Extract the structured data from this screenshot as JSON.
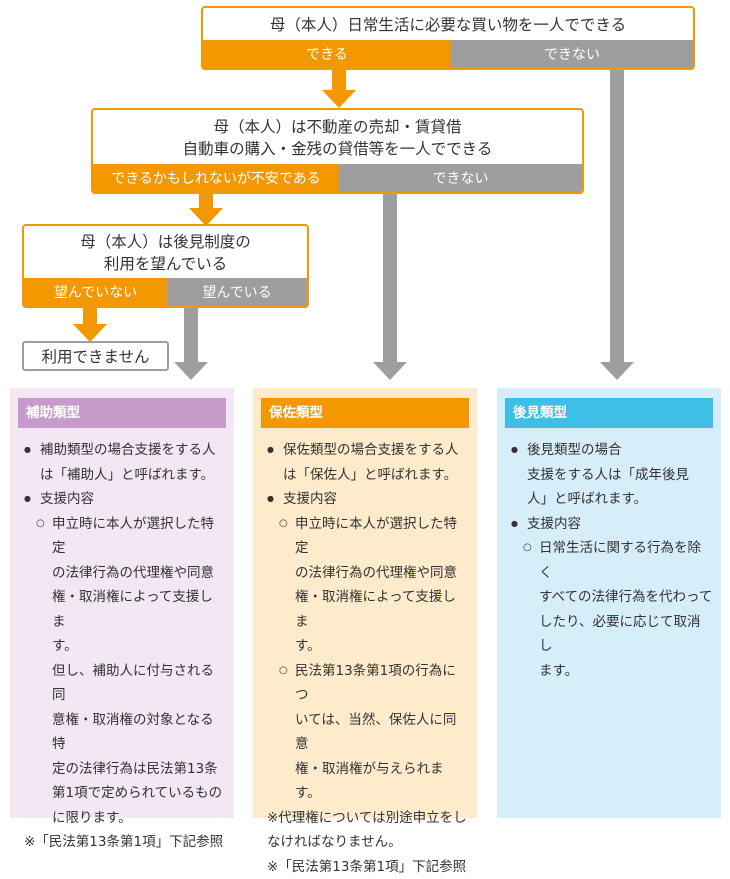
{
  "flowchart": {
    "q1": {
      "text": "母（本人）日常生活に必要な買い物を一人でできる",
      "yes": "できる",
      "no": "できない"
    },
    "q2": {
      "text": "母（本人）は不動産の売却・賃貸借\n自動車の購入・金残の貸借等を一人でできる",
      "yes": "できるかもしれないが不安である",
      "no": "できない"
    },
    "q3": {
      "text": "母（本人）は後見制度の\n利用を望んでいる",
      "yes": "望んでいない",
      "no": "望んでいる"
    },
    "result": "利用できません"
  },
  "panels": {
    "hojo": {
      "title": "補助類型",
      "items": [
        {
          "kind": "bullet",
          "text": "補助類型の場合支援をする人\nは「補助人」と呼ばれます。"
        },
        {
          "kind": "bullet",
          "text": "支援内容"
        },
        {
          "kind": "sub",
          "text": "申立時に本人が選択した特定\nの法律行為の代理権や同意\n権・取消権によって支援しま\nす。\n但し、補助人に付与される同\n意権・取消権の対象となる特\n定の法律行為は民法第13条\n第1項で定められているもの\nに限ります。"
        },
        {
          "kind": "note",
          "text": "※「民法第13条第1項」下記参照"
        }
      ]
    },
    "hosa": {
      "title": "保佐類型",
      "items": [
        {
          "kind": "bullet",
          "text": "保佐類型の場合支援をする人\nは「保佐人」と呼ばれます。"
        },
        {
          "kind": "bullet",
          "text": "支援内容"
        },
        {
          "kind": "sub",
          "text": "申立時に本人が選択した特定\nの法律行為の代理権や同意\n権・取消権によって支援しま\nす。"
        },
        {
          "kind": "sub",
          "text": "民法第13条第1項の行為につ\nいては、当然、保佐人に同意\n権・取消権が与えられます。"
        },
        {
          "kind": "note",
          "text": "※代理権については別途申立をし\nなければなりません。"
        },
        {
          "kind": "note",
          "text": "※「民法第13条第1項」下記参照"
        }
      ]
    },
    "kouken": {
      "title": "後見類型",
      "items": [
        {
          "kind": "bullet",
          "text": "後見類型の場合\n支援をする人は「成年後見\n人」と呼ばれます。"
        },
        {
          "kind": "bullet",
          "text": "支援内容"
        },
        {
          "kind": "sub",
          "text": "日常生活に関する行為を除く\nすべての法律行為を代わって\nしたり、必要に応じて取消し\nます。"
        }
      ]
    }
  },
  "colors": {
    "orange": "#f39800",
    "gray": "#9e9e9e",
    "hojo_title": "#c89bcc",
    "hojo_bg": "#f2e7f3",
    "hosa_title": "#f39800",
    "hosa_bg": "#fdebcb",
    "kouken_title": "#3dbfe8",
    "kouken_bg": "#d6eef9"
  }
}
